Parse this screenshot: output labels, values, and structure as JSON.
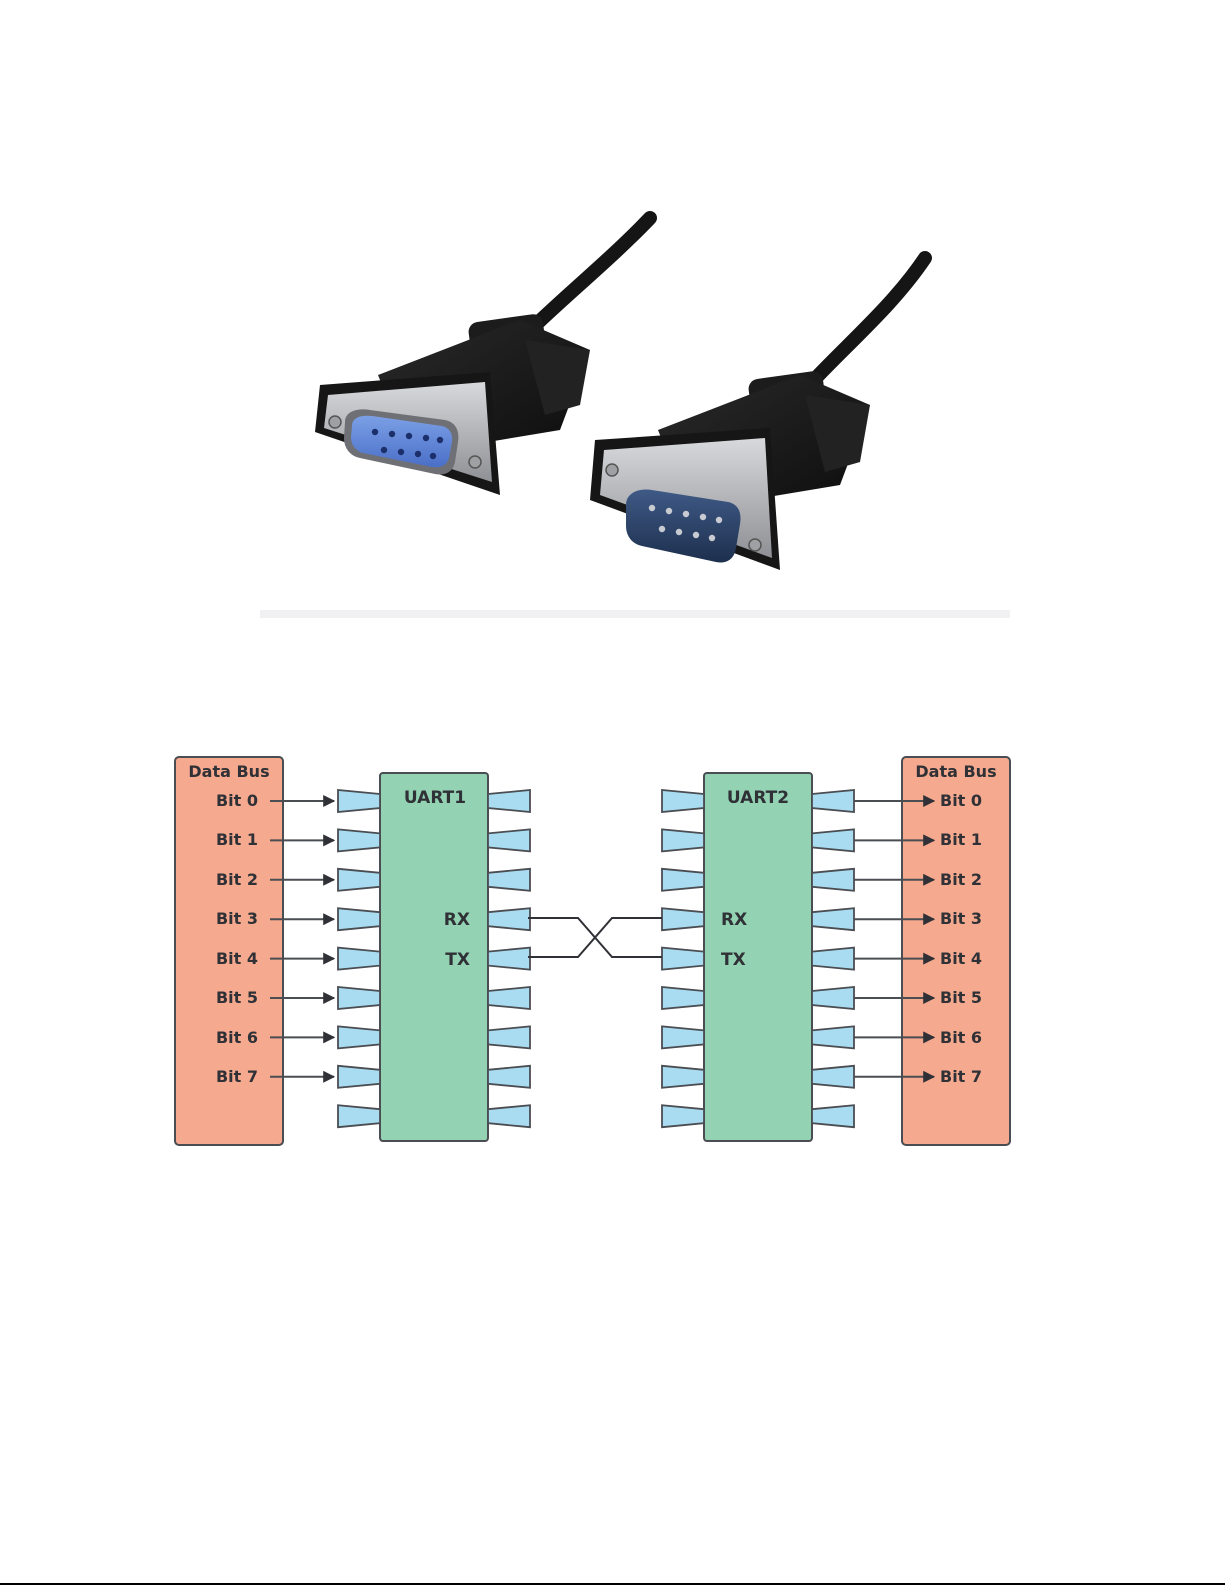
{
  "colors": {
    "data_bus_fill": "#f5a98e",
    "uart_chip_fill": "#93d3b3",
    "pin_fill": "#a9dcf0",
    "outline": "#4a4d52",
    "cable_black": "#151515",
    "connector_blue": "#5b83d6",
    "connector_metal": "#b8b9bd"
  },
  "photo": {
    "subject": "RS-232 DB9 null-modem cable with female and male connectors"
  },
  "diagram": {
    "left_bus": {
      "title": "Data Bus",
      "bits": [
        "Bit 0",
        "Bit 1",
        "Bit 2",
        "Bit 3",
        "Bit 4",
        "Bit 5",
        "Bit 6",
        "Bit 7"
      ]
    },
    "uart1": {
      "label": "UART1",
      "rx": "RX",
      "tx": "TX"
    },
    "uart2": {
      "label": "UART2",
      "rx": "RX",
      "tx": "TX"
    },
    "right_bus": {
      "title": "Data Bus",
      "bits": [
        "Bit 0",
        "Bit 1",
        "Bit 2",
        "Bit 3",
        "Bit 4",
        "Bit 5",
        "Bit 6",
        "Bit 7"
      ]
    }
  }
}
